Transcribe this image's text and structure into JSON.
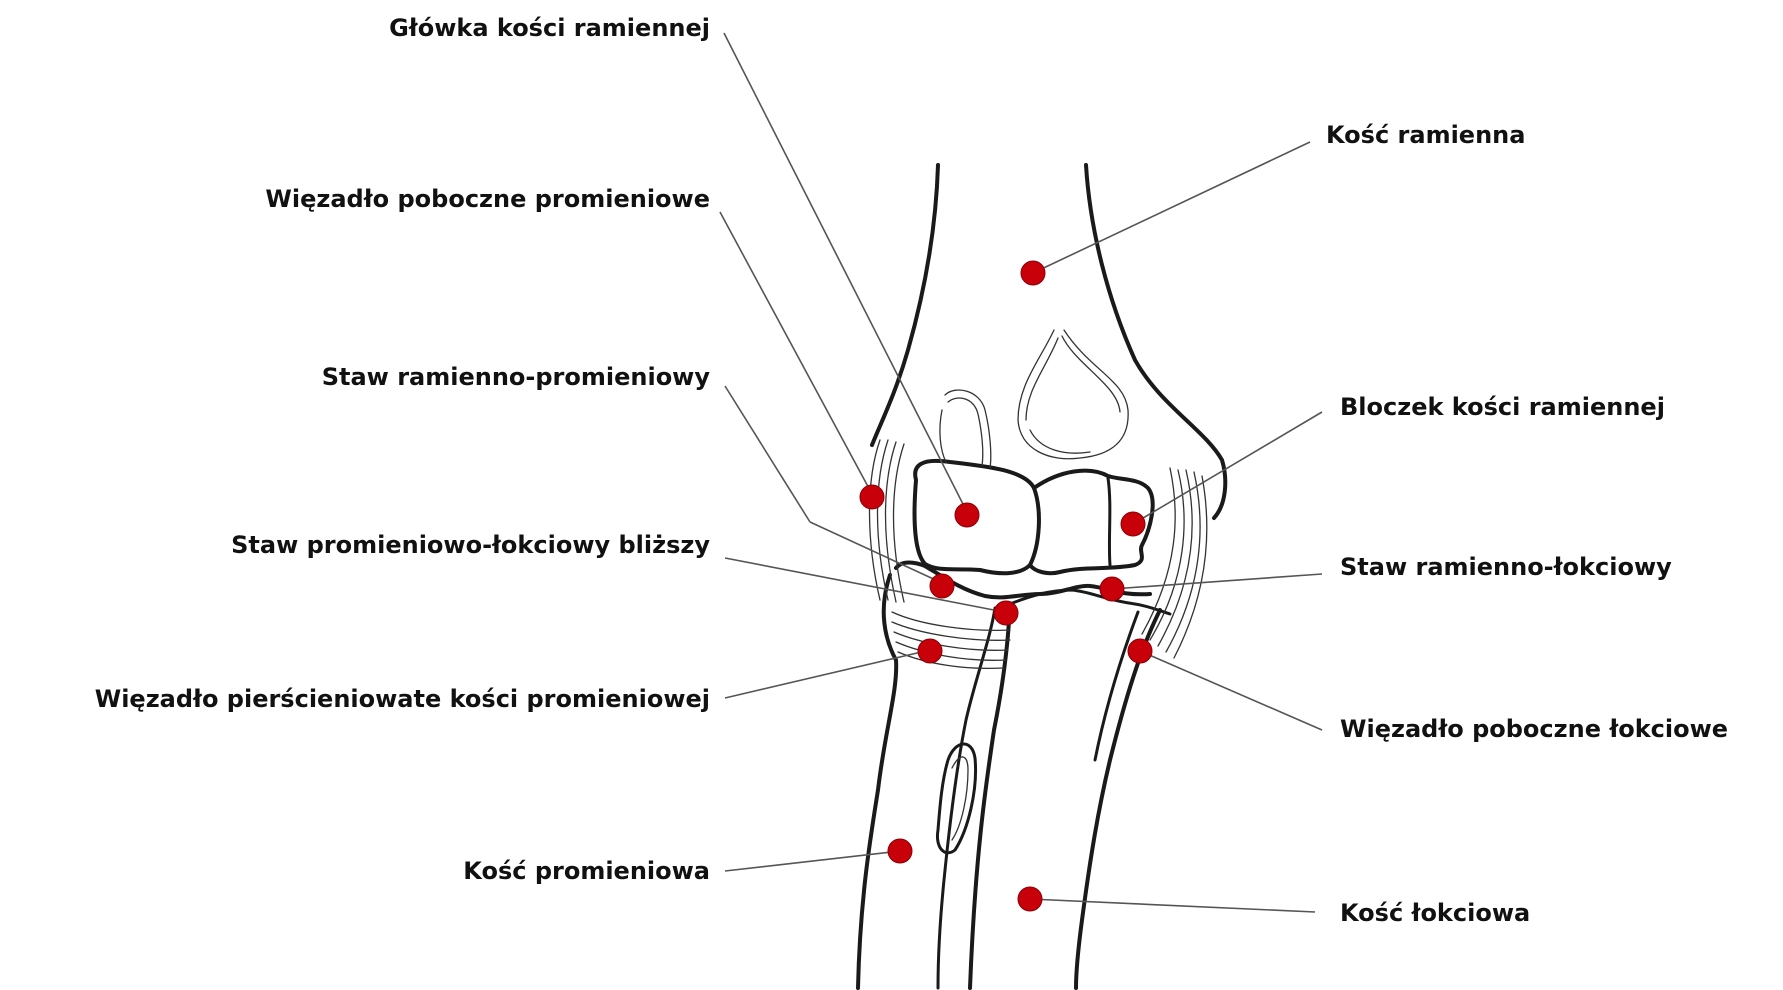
{
  "colors": {
    "marker": "#c8000a",
    "line": "#555555",
    "outline": "#1a1a1a",
    "text": "#111111"
  },
  "labels": {
    "glowka_kosci_ramiennej": "Główka kości ramiennej",
    "wiezadlo_poboczne_promieniowe": "Więzadło poboczne promieniowe",
    "staw_ramienno_promieniowy": "Staw ramienno-promieniowy",
    "staw_promieniowo_lokciowy_blizszy": "Staw promieniowo-łokciowy bliższy",
    "wiezadlo_pierscieniowate": "Więzadło pierścieniowate kości promieniowej",
    "kosc_promieniowa": "Kość promieniowa",
    "kosc_ramienna": "Kość ramienna",
    "bloczek_kosci_ramiennej": "Bloczek kości ramiennej",
    "staw_ramienno_lokciowy": "Staw ramienno-łokciowy",
    "wiezadlo_poboczne_lokciowe": "Więzadło poboczne łokciowe",
    "kosc_lokciowa": "Kość łokciowa"
  }
}
